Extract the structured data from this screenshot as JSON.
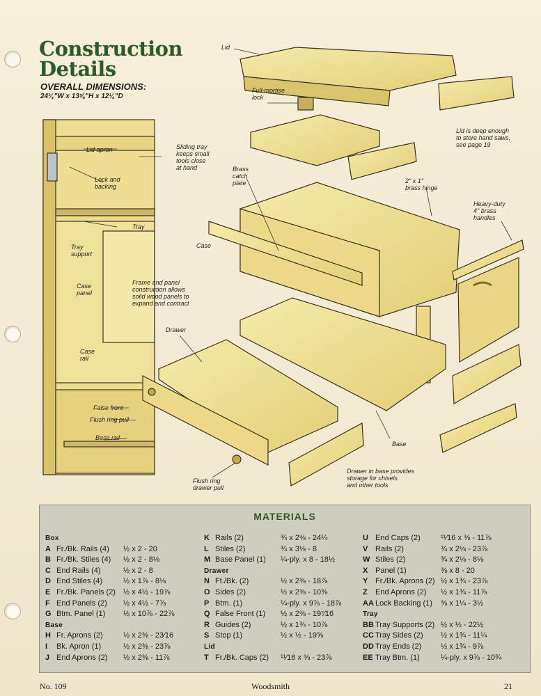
{
  "header": {
    "title_line1": "Construction",
    "title_line2": "Details",
    "dims_label": "OVERALL DIMENSIONS:",
    "dims_value": "24¼\"W x 13⅝\"H x 12¼\"D"
  },
  "callouts": {
    "lid": "Lid",
    "full_mortise_lock_1": "Full-mortise",
    "full_mortise_lock_2": "lock",
    "lid_deep_1": "Lid is deep enough",
    "lid_deep_2": "to store hand saws,",
    "lid_deep_3": "see page 19",
    "lid_apron": "Lid apron",
    "lock_backing_1": "Lock and",
    "lock_backing_2": "backing",
    "sliding_tray_1": "Sliding tray",
    "sliding_tray_2": "keeps small",
    "sliding_tray_3": "tools close",
    "sliding_tray_4": "at hand",
    "brass_catch_1": "Brass",
    "brass_catch_2": "catch",
    "brass_catch_3": "plate",
    "brass_hinge_1": "2\" x 1\"",
    "brass_hinge_2": "brass hinge",
    "handles_1": "Heavy-duty",
    "handles_2": "4\" brass",
    "handles_3": "handles",
    "tray": "Tray",
    "tray_support_1": "Tray",
    "tray_support_2": "support",
    "case": "Case",
    "case_panel_1": "Case",
    "case_panel_2": "panel",
    "frame_panel_1": "Frame and panel",
    "frame_panel_2": "construction allows",
    "frame_panel_3": "solid wood panels to",
    "frame_panel_4": "expand and contract",
    "drawer": "Drawer",
    "case_rail_1": "Case",
    "case_rail_2": "rail",
    "false_front": "False front",
    "flush_ring_pull": "Flush ring pull",
    "base_rail": "Base rail",
    "base": "Base",
    "flush_ring_drawer_1": "Flush ring",
    "flush_ring_drawer_2": "drawer pull",
    "drawer_base_1": "Drawer in base provides",
    "drawer_base_2": "storage for chisels",
    "drawer_base_3": "and other tools"
  },
  "materials": {
    "title": "MATERIALS",
    "col1": [
      {
        "h": "Box"
      },
      {
        "k": "A",
        "n": "Fr./Bk. Rails (4)",
        "d": "½ x 2 - 20"
      },
      {
        "k": "B",
        "n": "Fr./Bk. Stiles (4)",
        "d": "½ x 2 - 8⅛"
      },
      {
        "k": "C",
        "n": "End Rails (4)",
        "d": "½ x 2 - 8"
      },
      {
        "k": "D",
        "n": "End Stiles (4)",
        "d": "½ x 1⅞ - 8⅛"
      },
      {
        "k": "E",
        "n": "Fr./Bk. Panels (2)",
        "d": "½ x 4½ - 19⅞"
      },
      {
        "k": "F",
        "n": "End Panels (2)",
        "d": "½ x 4½ - 7⅞"
      },
      {
        "k": "G",
        "n": "Btm. Panel (1)",
        "d": "½ x 10⅞ - 22⅞"
      },
      {
        "h": "Base"
      },
      {
        "k": "H",
        "n": "Fr. Aprons (2)",
        "d": "½ x 2⅜ - 23⁄16"
      },
      {
        "k": "I",
        "n": "Bk. Apron (1)",
        "d": "½ x 2⅜ - 23⅞"
      },
      {
        "k": "J",
        "n": "End Aprons (2)",
        "d": "½ x 2⅜ - 11⅞"
      }
    ],
    "col2": [
      {
        "k": "K",
        "n": "Rails (2)",
        "d": "¾ x 2⅜ - 24¼"
      },
      {
        "k": "L",
        "n": "Stiles (2)",
        "d": "¾ x 3⅛ - 8"
      },
      {
        "k": "M",
        "n": "Base Panel (1)",
        "d": "¼-ply. x 8 - 18½"
      },
      {
        "h": "Drawer"
      },
      {
        "k": "N",
        "n": "Ft./Bk. (2)",
        "d": "½ x 2⅜ - 18⅞"
      },
      {
        "k": "O",
        "n": "Sides (2)",
        "d": "½ x 2⅜ - 10⅜"
      },
      {
        "k": "P",
        "n": "Btm. (1)",
        "d": "¼-ply. x 9⅞ - 18⅞"
      },
      {
        "k": "Q",
        "n": "False Front (1)",
        "d": "½ x 2⅜ - 19⁷⁄16"
      },
      {
        "k": "R",
        "n": "Guides (2)",
        "d": "½ x 1¾ - 10⅞"
      },
      {
        "k": "S",
        "n": "Stop (1)",
        "d": "½ x ½ - 19⅝"
      },
      {
        "h": "Lid"
      },
      {
        "k": "T",
        "n": "Fr./Bk. Caps (2)",
        "d": "¹¹⁄16 x ⅜ - 23⅞"
      }
    ],
    "col3": [
      {
        "k": "U",
        "n": "End Caps (2)",
        "d": "¹¹⁄16 x ⅜ - 11⅞"
      },
      {
        "k": "V",
        "n": "Rails (2)",
        "d": "¾ x 2⅛ - 23⅞"
      },
      {
        "k": "W",
        "n": "Stiles (2)",
        "d": "¾ x 2⅛ - 8⅛"
      },
      {
        "k": "X",
        "n": "Panel (1)",
        "d": "⅜ x 8 - 20"
      },
      {
        "k": "Y",
        "n": "Fr./Bk. Aprons (2)",
        "d": "½ x 1¾ - 23⅞"
      },
      {
        "k": "Z",
        "n": "End Aprons (2)",
        "d": "½ x 1¾ - 11⅞"
      },
      {
        "k": "AA",
        "n": "Lock Backing (1)",
        "d": "⅜ x 1¼ - 3½"
      },
      {
        "h": "Tray"
      },
      {
        "k": "BB",
        "n": "Tray Supports (2)",
        "d": "½ x ½ - 22½"
      },
      {
        "k": "CC",
        "n": "Tray Sides (2)",
        "d": "½ x 1¾ - 11¼"
      },
      {
        "k": "DD",
        "n": "Tray Ends (2)",
        "d": "½ x 1¾ - 9⅞"
      },
      {
        "k": "EE",
        "n": "Tray Btm. (1)",
        "d": "¼-ply. x 9⅞ - 10¾"
      }
    ]
  },
  "footer": {
    "issue": "No. 109",
    "magazine": "Woodsmith",
    "page": "21"
  },
  "colors": {
    "wood": "#f0e39a",
    "wood_dark": "#d8c46c",
    "title_green": "#2f5a27",
    "panel_gray": "#cfcdbf"
  }
}
